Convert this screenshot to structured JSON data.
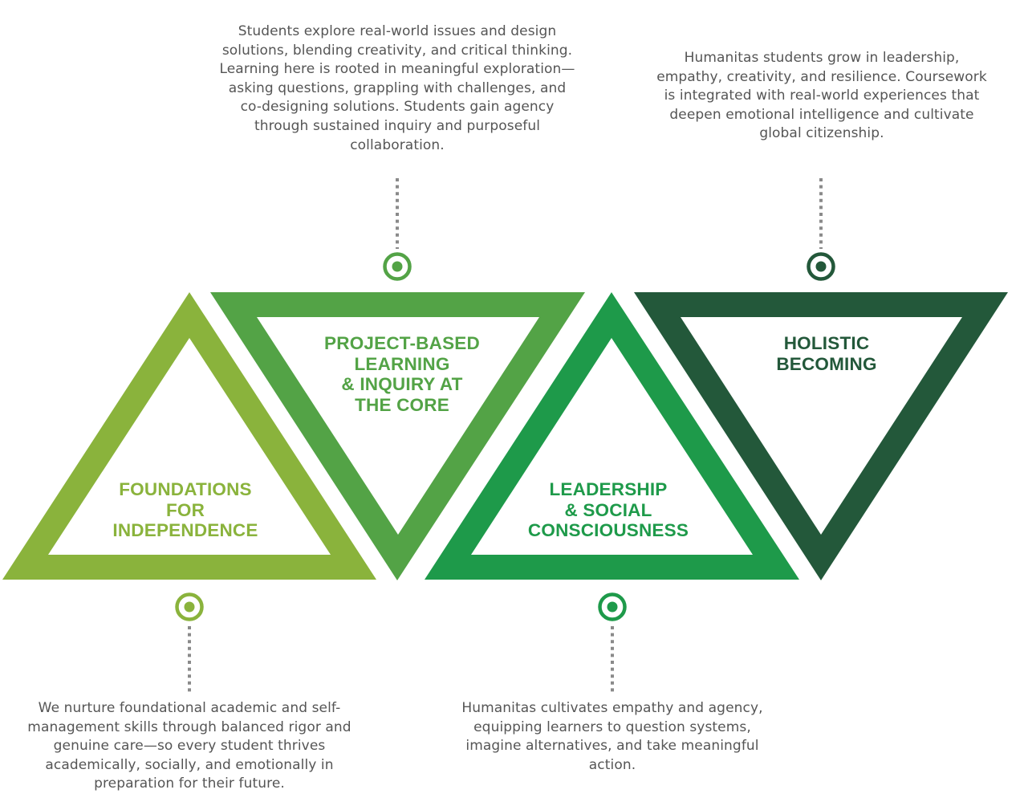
{
  "colors": {
    "foundations": "#8ab33c",
    "project": "#53a346",
    "leadership": "#1e9a4a",
    "holistic": "#23583a",
    "connector": "#8a8a8a",
    "text": "#555555"
  },
  "stages": [
    {
      "id": "foundations",
      "title": "FOUNDATIONS\nFOR\nINDEPENDENCE",
      "description": "We nurture foundational academic and self-management skills through balanced rigor and genuine care—so every student thrives academically, socially, and emotionally in preparation for their future."
    },
    {
      "id": "project",
      "title": "PROJECT-BASED\nLEARNING\n& INQUIRY AT\nTHE CORE",
      "description": "Students explore real-world issues and design solutions, blending creativity, and critical thinking. Learning here is rooted in meaningful exploration—asking questions, grappling with challenges, and co-designing solutions. Students gain agency through sustained inquiry and purposeful collaboration."
    },
    {
      "id": "leadership",
      "title": "LEADERSHIP\n& SOCIAL\nCONSCIOUSNESS",
      "description": "Humanitas cultivates empathy and agency, equipping learners to question systems, imagine alternatives, and take meaningful action."
    },
    {
      "id": "holistic",
      "title": "HOLISTIC\nBECOMING",
      "description": "Humanitas students grow in leadership, empathy, creativity, and resilience. Coursework is integrated with real-world experiences that deepen emotional intelligence and cultivate global citizenship."
    }
  ]
}
